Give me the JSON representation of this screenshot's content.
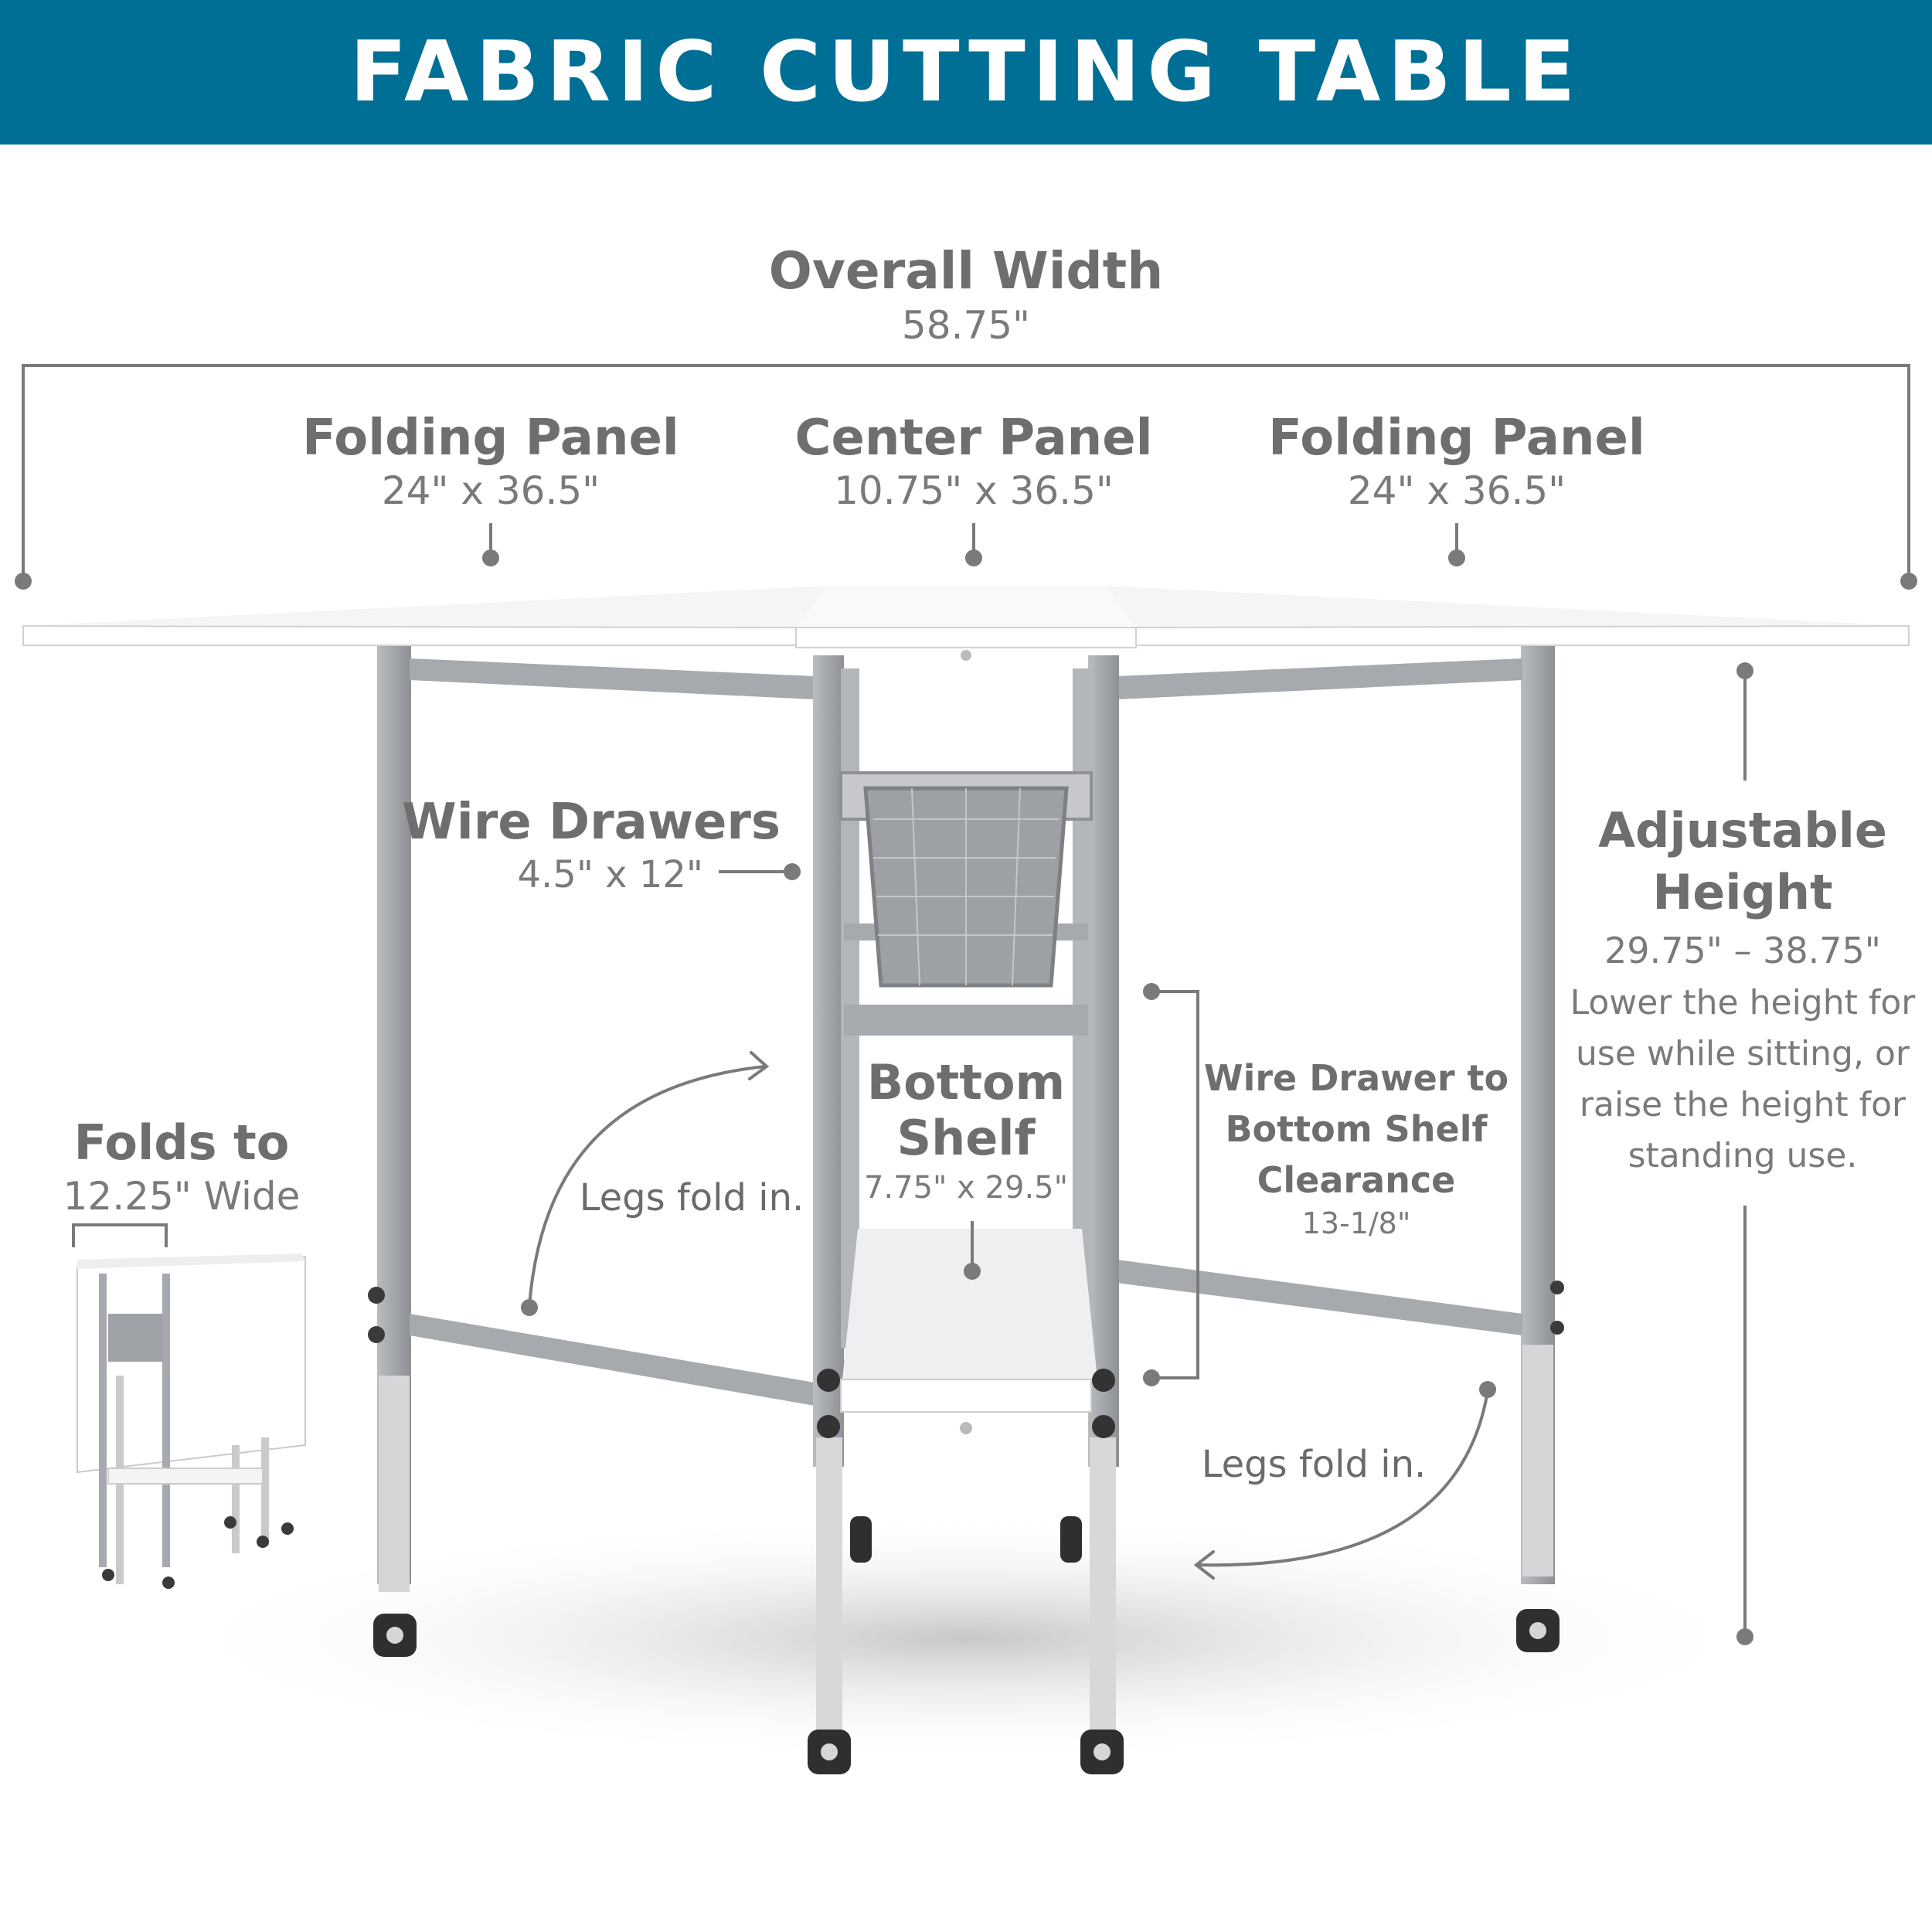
{
  "title": "FABRIC CUTTING TABLE",
  "colors": {
    "banner": "#006f95",
    "banner_text": "#ffffff",
    "callout_text": "#707070",
    "callout_line": "#7a7a7a",
    "frame": "#a6a9ad",
    "tabletop": "#ffffff"
  },
  "callouts": {
    "overall_width": {
      "title": "Overall Width",
      "value": "58.75\""
    },
    "folding_panel_left": {
      "title": "Folding Panel",
      "value": "24\" x 36.5\""
    },
    "center_panel": {
      "title": "Center Panel",
      "value": "10.75\" x 36.5\""
    },
    "folding_panel_right": {
      "title": "Folding Panel",
      "value": "24\" x 36.5\""
    },
    "wire_drawers": {
      "title": "Wire Drawers",
      "value": "4.5\" x 12\""
    },
    "bottom_shelf": {
      "title_line1": "Bottom",
      "title_line2": "Shelf",
      "value": "7.75\" x 29.5\""
    },
    "clearance": {
      "line1": "Wire Drawer to",
      "line2": "Bottom Shelf",
      "line3": "Clearance",
      "value": "13-1/8\""
    },
    "adjustable_height": {
      "title_line1": "Adjustable",
      "title_line2": "Height",
      "value": "29.75\" – 38.75\"",
      "desc_line1": "Lower the height for",
      "desc_line2": "use while sitting, or",
      "desc_line3": "raise the height for",
      "desc_line4": "standing use."
    },
    "legs_fold_left": "Legs fold in.",
    "legs_fold_right": "Legs fold in.",
    "folds_to": {
      "title": "Folds to",
      "value": "12.25\" Wide"
    }
  }
}
